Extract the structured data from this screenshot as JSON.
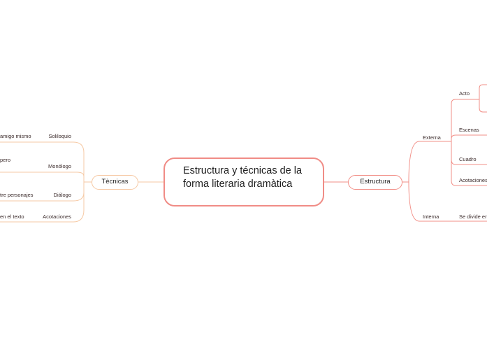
{
  "central": {
    "title": "Estructura y técnicas de la forma literaria dramàtica"
  },
  "estructura": {
    "label": "Estructura",
    "externa": {
      "label": "Externa",
      "children": [
        "Acto",
        "Escenas",
        "Cuadro",
        "Acotaciones"
      ]
    },
    "interna": {
      "label": "Interna",
      "children": [
        "Se divide en"
      ]
    }
  },
  "tecnicas": {
    "label": "Tècnicas",
    "items": [
      {
        "label": "Soliloquio",
        "detail": "amigo mismo"
      },
      {
        "label": "Monólogo",
        "detail": "pero"
      },
      {
        "label": "Diálogo",
        "detail": "tre personajes"
      },
      {
        "label": "Acotaciones",
        "detail": "en el texto"
      }
    ]
  },
  "colors": {
    "right_branch": "#f28f87",
    "left_branch": "#f6c9a4",
    "central_border": "#f08c86"
  }
}
